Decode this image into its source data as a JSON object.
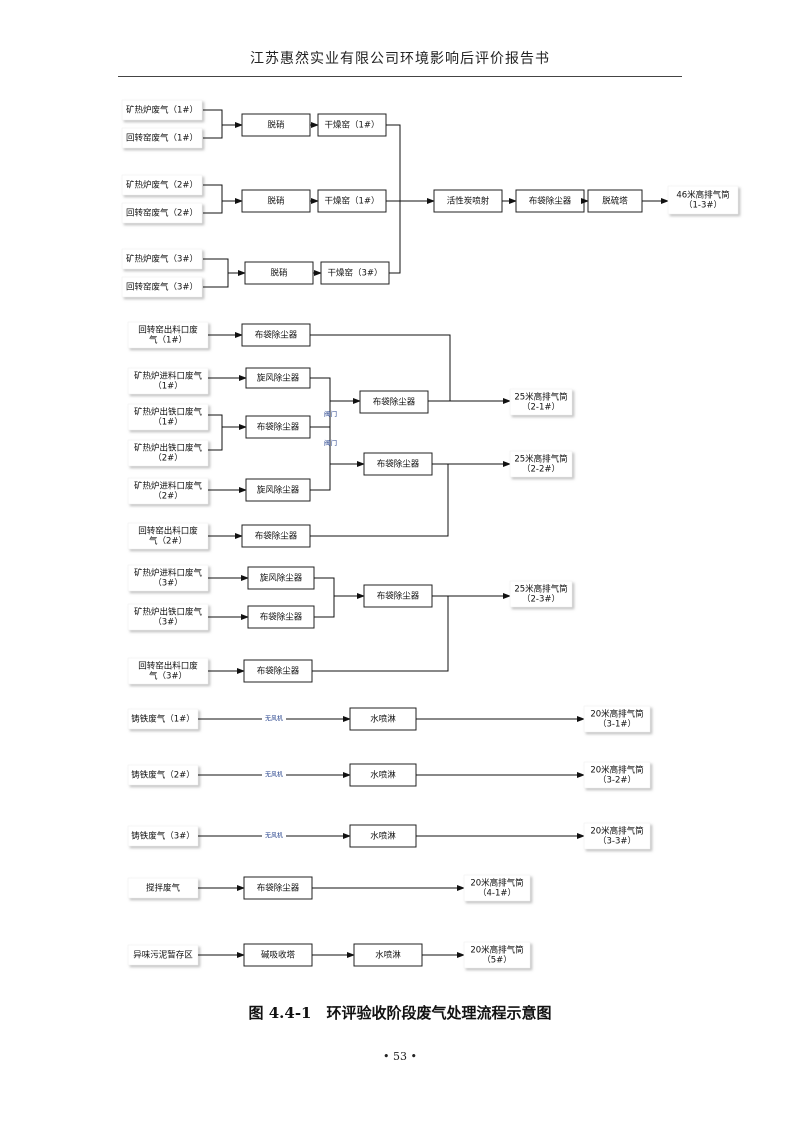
{
  "header": {
    "title": "江苏惠然实业有限公司环境影响后评价报告书"
  },
  "caption": "图 4.4-1　环评验收阶段废气处理流程示意图",
  "page_number": "• 53 •",
  "labels": {
    "src_kuangre_1": "矿热炉废气（1#）",
    "src_huizhuan_1": "回转窑废气（1#）",
    "src_kuangre_2": "矿热炉废气（2#）",
    "src_huizhuan_2": "回转窑废气（2#）",
    "src_kuangre_3": "矿热炉废气（3#）",
    "src_huizhuan_3": "回转窑废气（3#）",
    "denitr": "脱硝",
    "dryer_1": "干燥窑（1#）",
    "dryer_2": "干燥窑（1#）",
    "dryer_3": "干燥窑（3#）",
    "carbon": "活性炭喷射",
    "bag": "布袋除尘器",
    "desulf": "脱硫塔",
    "stack_46": [
      "46米高排气筒",
      "（1-3#）"
    ],
    "rk_out_1": [
      "回转窑出料口废",
      "气（1#）"
    ],
    "kr_in_1": [
      "矿热炉进料口废气",
      "（1#）"
    ],
    "kr_iron_1": [
      "矿热炉出铁口废气",
      "（1#）"
    ],
    "kr_iron_2": [
      "矿热炉出铁口废气",
      "（2#）"
    ],
    "kr_in_2": [
      "矿热炉进料口废气",
      "（2#）"
    ],
    "rk_out_2": [
      "回转窑出料口废",
      "气（2#）"
    ],
    "cyclone": "旋风除尘器",
    "valve": "阀门",
    "stack_25_1": [
      "25米高排气筒",
      "（2-1#）"
    ],
    "stack_25_2": [
      "25米高排气筒",
      "（2-2#）"
    ],
    "kr_in_3": [
      "矿热炉进料口废气",
      "（3#）"
    ],
    "kr_iron_3": [
      "矿热炉出铁口废气",
      "（3#）"
    ],
    "rk_out_3": [
      "回转窑出料口废",
      "气（3#）"
    ],
    "stack_25_3": [
      "25米高排气筒",
      "（2-3#）"
    ],
    "casting_1": "铸铁废气（1#）",
    "casting_2": "铸铁废气（2#）",
    "casting_3": "铸铁废气（3#）",
    "fan": "无风机",
    "spray": "水喷淋",
    "stack_20_31": [
      "20米高排气筒",
      "（3-1#）"
    ],
    "stack_20_32": [
      "20米高排气筒",
      "（3-2#）"
    ],
    "stack_20_33": [
      "20米高排气筒",
      "（3-3#）"
    ],
    "mixing": "搅拌废气",
    "stack_20_41": [
      "20米高排气筒",
      "（4-1#）"
    ],
    "sludge": "异味污泥暂存区",
    "alkali": "碱吸收塔",
    "stack_20_5": [
      "20米高排气筒",
      "（5#）"
    ]
  }
}
